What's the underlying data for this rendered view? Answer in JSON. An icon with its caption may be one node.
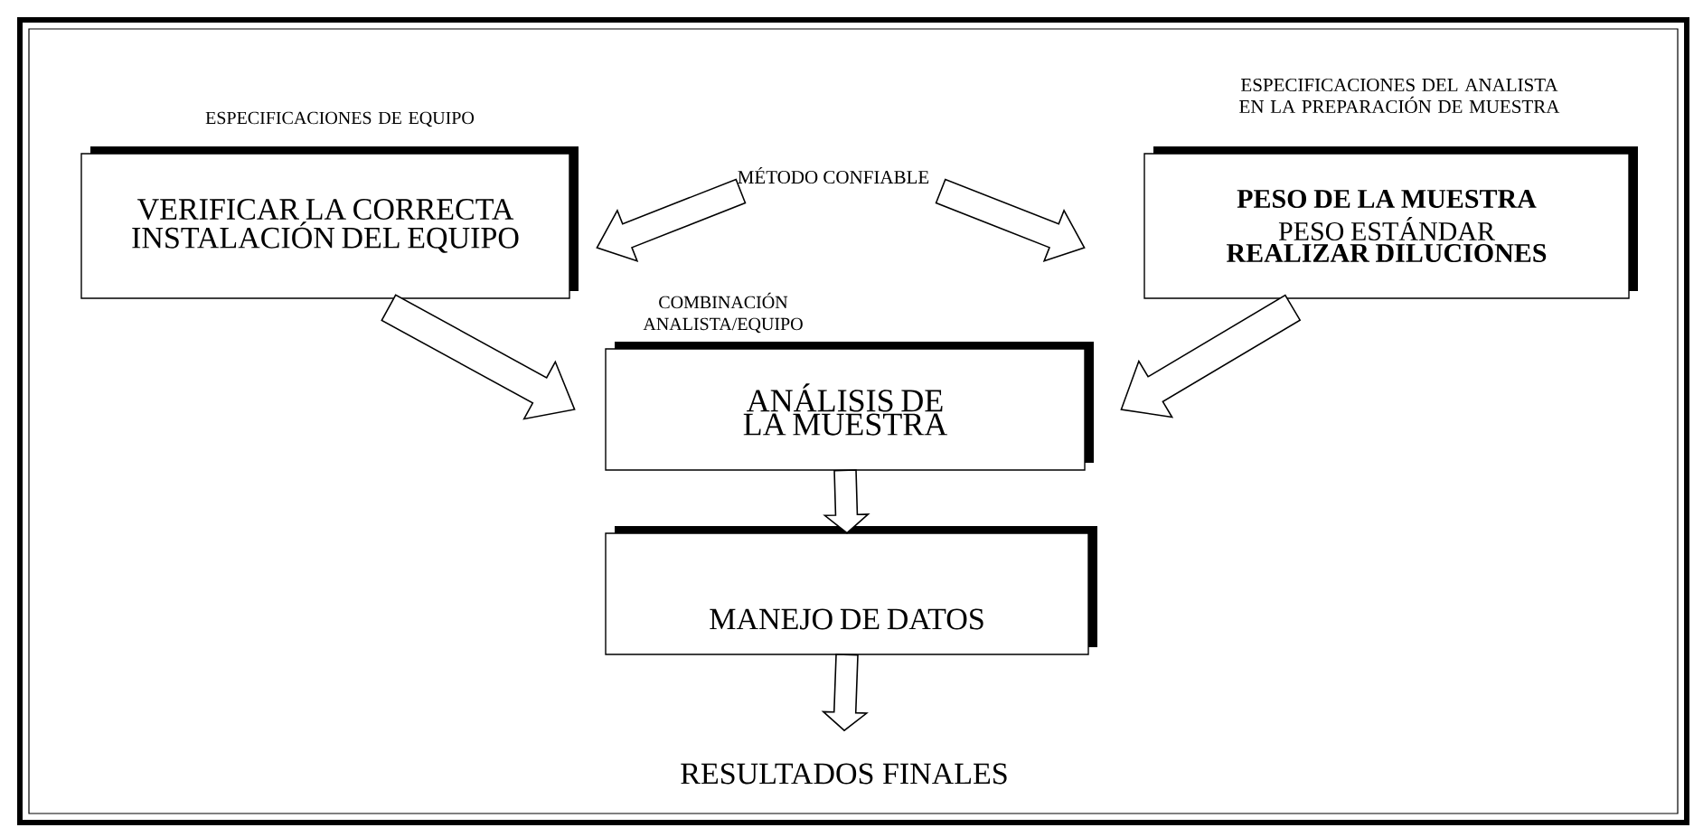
{
  "diagram": {
    "nodes": [
      {
        "text": [
          "ESPECIFICACIONES DE EQUIPO",
          "VERIFICAR LA CORRECTA INSTALACIÓN DEL EQUIPO"
        ]
      },
      {
        "text": [
          "MÉTODO CONFIABLE"
        ]
      },
      {
        "text": [
          "ESPECIFICACIONES DEL ANALISTA EN LA PREPARACIÓN DE MUESTRA",
          "PESO DE LA MUESTRA",
          "PESO ESTÁNDAR",
          "REALIZAR DILUCIONES"
        ]
      },
      {
        "text": [
          "COMBINACIÓN ANALISTA/EQUIPO",
          "ANÁLISIS DE LA MUESTRA"
        ]
      },
      {
        "text": [
          "MANEJO DE DATOS"
        ]
      },
      {
        "text": [
          "RESULTADOS FINALES"
        ]
      }
    ],
    "edges": [
      {
        "from": 1,
        "to": 0,
        "arrow": "to"
      },
      {
        "from": 1,
        "to": 2,
        "arrow": "to"
      },
      {
        "from": 0,
        "to": 3,
        "arrow": "to"
      },
      {
        "from": 2,
        "to": 3,
        "arrow": "to"
      },
      {
        "from": 3,
        "to": 4,
        "arrow": "to"
      },
      {
        "from": 4,
        "to": 5,
        "arrow": "to"
      }
    ]
  }
}
